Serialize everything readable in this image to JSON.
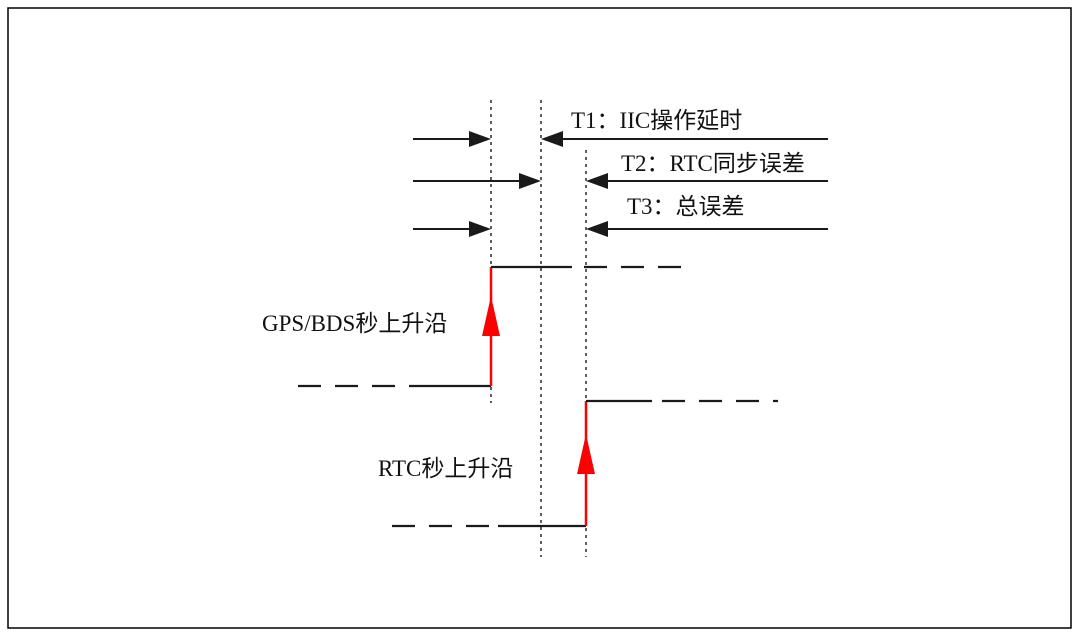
{
  "diagram": {
    "type": "timing-diagram",
    "annotations": {
      "t1_label": "T1：IIC操作延时",
      "t2_label": "T2：RTC同步误差",
      "t3_label": "T3：总误差"
    },
    "signals": {
      "gps_label": "GPS/BDS秒上升沿",
      "rtc_label": "RTC秒上升沿"
    },
    "colors": {
      "line": "#1a1a1a",
      "rising_edge": "#fe0000",
      "background": "#ffffff"
    }
  }
}
